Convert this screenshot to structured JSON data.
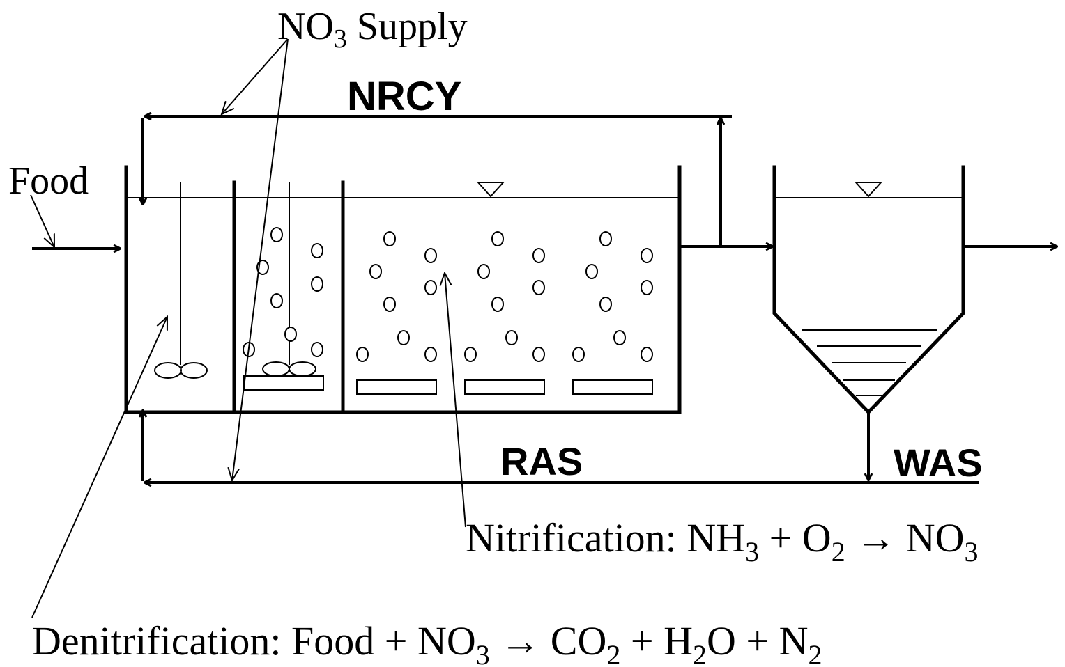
{
  "labels": {
    "no3_supply": {
      "main": "NO",
      "sub": "3",
      "rest": " Supply"
    },
    "nrcy": "NRCY",
    "food": "Food",
    "ras": "RAS",
    "was": "WAS"
  },
  "equations": {
    "nitrification": {
      "p1": "Nitrification: NH",
      "s1": "3",
      "p2": " + O",
      "s2": "2",
      "p3": " → NO",
      "s3": "3"
    },
    "denitrification": {
      "p1": "Denitrification: Food + NO",
      "s1": "3",
      "p2": " → CO",
      "s2": "2",
      "p3": " + H",
      "s3": "2",
      "p4": "O + N",
      "s4": "2"
    }
  },
  "colors": {
    "ink": "#000000",
    "background": "#ffffff"
  }
}
